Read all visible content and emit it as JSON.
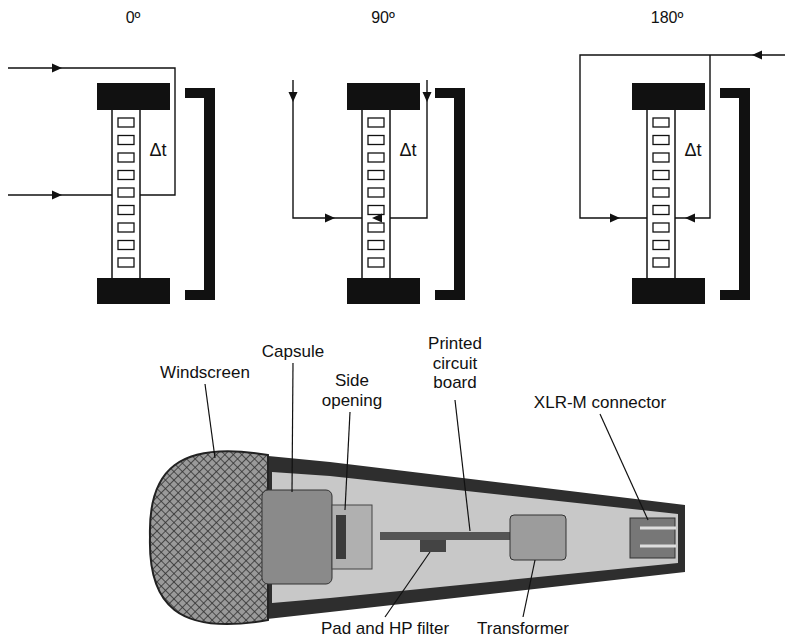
{
  "diagram": {
    "labels": [
      "0º",
      "90º",
      "180º",
      "Δt",
      "Δt",
      "Δt",
      "Windscreen",
      "Capsule",
      "Side opening",
      "Printed circuit board",
      "XLR-M connector",
      "Pad and HP filter",
      "Transformer"
    ]
  }
}
